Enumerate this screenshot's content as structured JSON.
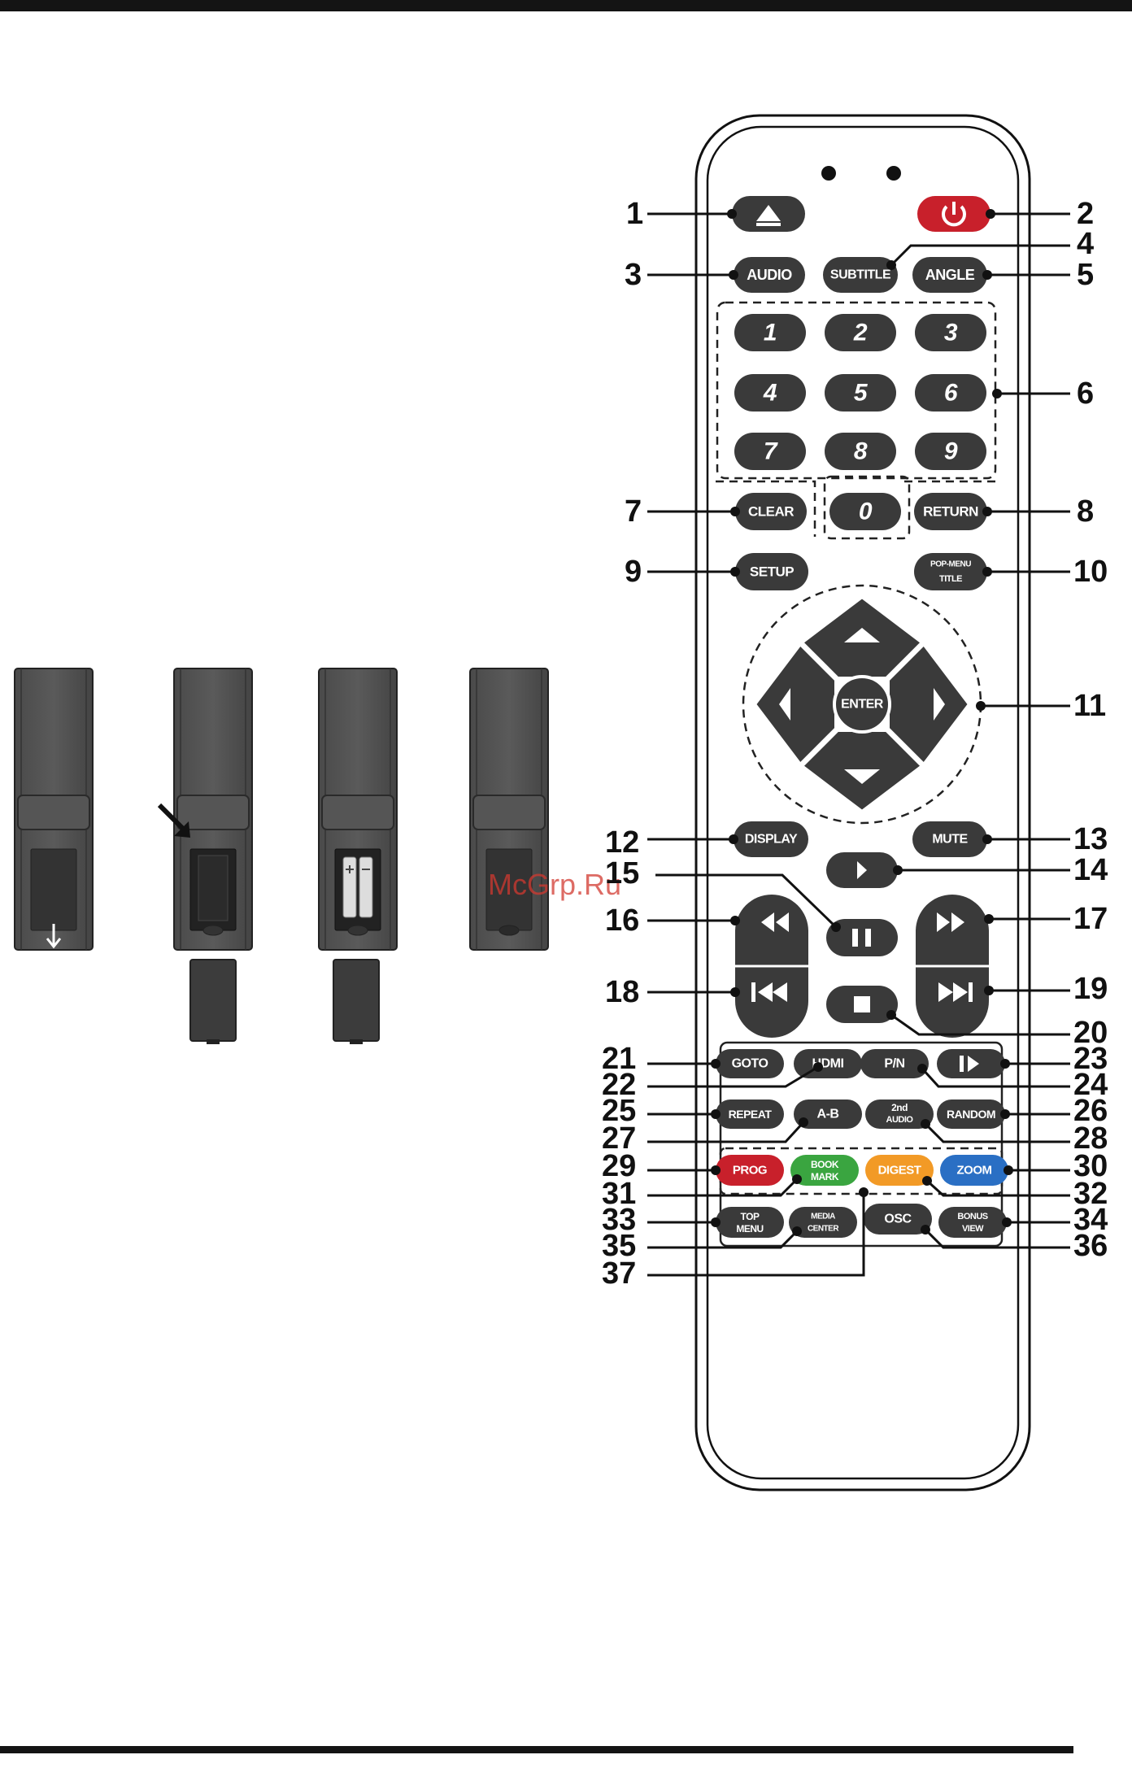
{
  "watermark": "McGrp.Ru",
  "remote": {
    "buttons": {
      "eject": {
        "icon": "eject-icon"
      },
      "power": {
        "icon": "power-icon",
        "color": "#c8202b"
      },
      "audio": "AUDIO",
      "subtitle": "SUBTITLE",
      "angle": "ANGLE",
      "digits": [
        "1",
        "2",
        "3",
        "4",
        "5",
        "6",
        "7",
        "8",
        "9",
        "0"
      ],
      "clear": "CLEAR",
      "return": "RETURN",
      "setup": "SETUP",
      "pop_menu_line1": "POP-MENU",
      "pop_menu_line2": "TITLE",
      "enter": "ENTER",
      "display": "DISPLAY",
      "mute": "MUTE",
      "goto": "GOTO",
      "hdmi": "HDMI",
      "pn": "P/N",
      "repeat": "REPEAT",
      "ab": "A-B",
      "second_audio_line1": "2nd",
      "second_audio_line2": "AUDIO",
      "random": "RANDOM",
      "prog": "PROG",
      "bookmark_line1": "BOOK",
      "bookmark_line2": "MARK",
      "digest": "DIGEST",
      "zoom": "ZOOM",
      "top_menu_line1": "TOP",
      "top_menu_line2": "MENU",
      "media_center_line1": "MEDIA",
      "media_center_line2": "CENTER",
      "osc": "OSC",
      "bonus_view_line1": "BONUS",
      "bonus_view_line2": "VIEW"
    },
    "colors": {
      "button": "#3a3a3a",
      "prog": "#c8202b",
      "bookmark": "#3aa540",
      "digest": "#f29a26",
      "zoom": "#2a6fc4"
    }
  },
  "callouts": {
    "n1": "1",
    "n2": "2",
    "n3": "3",
    "n4": "4",
    "n5": "5",
    "n6": "6",
    "n7": "7",
    "n8": "8",
    "n9": "9",
    "n10": "10",
    "n11": "11",
    "n12": "12",
    "n13": "13",
    "n14": "14",
    "n15": "15",
    "n16": "16",
    "n17": "17",
    "n18": "18",
    "n19": "19",
    "n20": "20",
    "n21": "21",
    "n22": "22",
    "n23": "23",
    "n24": "24",
    "n25": "25",
    "n26": "26",
    "n27": "27",
    "n28": "28",
    "n29": "29",
    "n30": "30",
    "n31": "31",
    "n32": "32",
    "n33": "33",
    "n34": "34",
    "n35": "35",
    "n36": "36",
    "n37": "37"
  },
  "battery_steps": {
    "icons": [
      "open-cover-arrow-icon",
      "insert-arrow-icon",
      "battery-icon",
      "closed-cover-icon"
    ]
  }
}
